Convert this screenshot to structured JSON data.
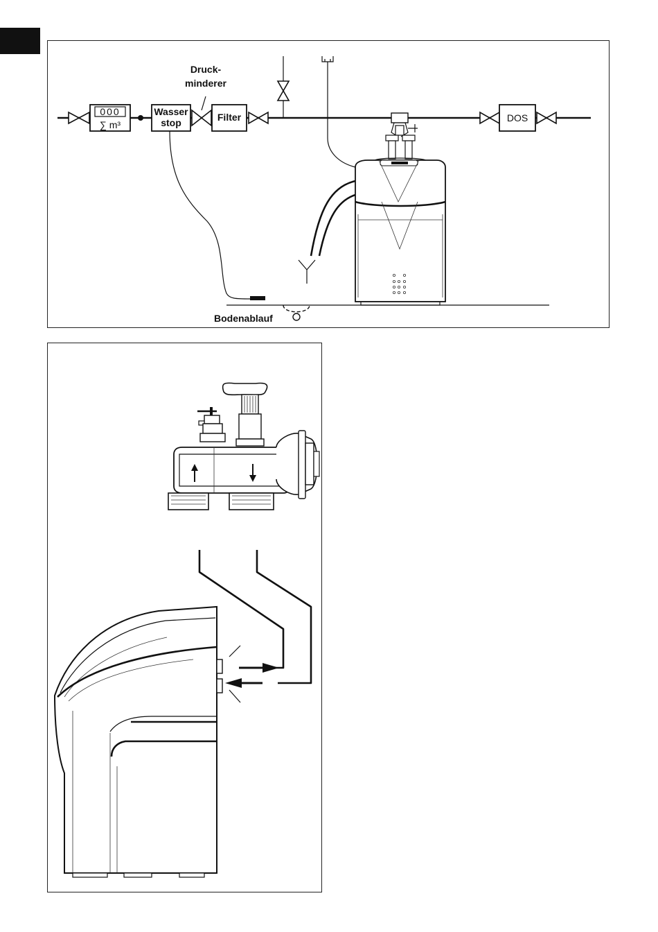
{
  "top_diagram": {
    "meter_digits": "000",
    "meter_unit": "∑ m³",
    "wasserstop_line1": "Wasser",
    "wasserstop_line2": "stop",
    "druckminderer_line1": "Druck-",
    "druckminderer_line2": "minderer",
    "filter_label": "Filter",
    "dos_label": "DOS",
    "bodenablauf_label": "Bodenablauf"
  },
  "bottom_diagram": {}
}
